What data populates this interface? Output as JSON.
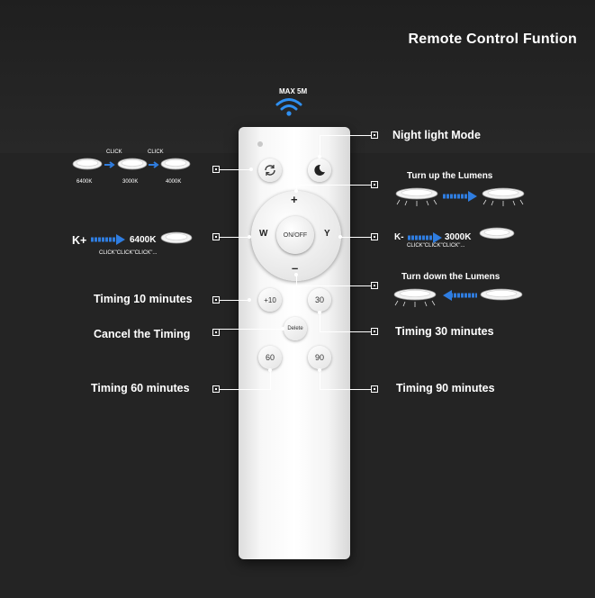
{
  "title": "Remote Control Funtion",
  "range_label": "MAX 5M",
  "buttons": {
    "plus": "+",
    "minus": "–",
    "w": "W",
    "y": "Y",
    "onoff": "ON/OFF",
    "t10": "+10",
    "t30": "30",
    "delete": "Delete",
    "t60": "60",
    "t90": "90"
  },
  "labels": {
    "night": "Night light Mode",
    "up": "Turn up the Lumens",
    "down": "Turn down the Lumens",
    "t10": "Timing 10 minutes",
    "cancel": "Cancel the Timing",
    "t30": "Timing 30 minutes",
    "t60": "Timing 60 minutes",
    "t90": "Timing 90 minutes"
  },
  "color_cycle": {
    "click1": "CLICK",
    "click2": "CLICK",
    "k1": "6400K",
    "k2": "3000K",
    "k3": "4000K"
  },
  "w_side": {
    "kplus": "K+",
    "value": "6400K",
    "clicks": "CLICK\"CLICK\"CLICK\"..."
  },
  "y_side": {
    "kminus": "K-",
    "value": "3000K",
    "clicks": "CLICK\"CLICK\"CLICK\"..."
  },
  "colors": {
    "background": "#242424",
    "accent_blue": "#2f7de0",
    "remote": "#f5f5f5"
  },
  "icons": [
    "wifi-icon",
    "cycle-icon",
    "moon-icon",
    "lamp-icon",
    "arrow-right-icon",
    "arrow-left-icon"
  ]
}
